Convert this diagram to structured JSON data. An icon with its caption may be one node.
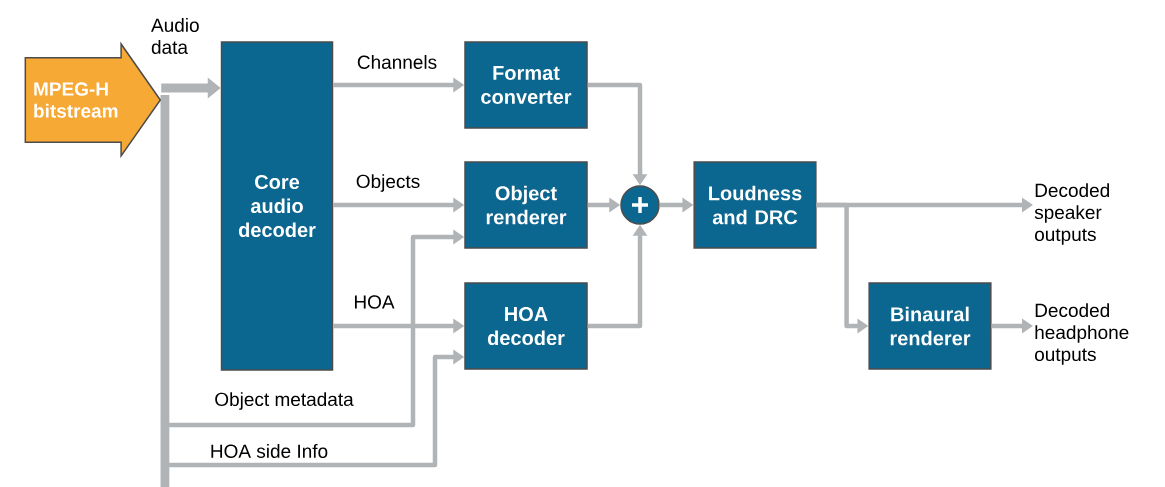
{
  "diagram": {
    "nodes": [
      {
        "text": [
          "MPEG-H bitstream"
        ]
      },
      {
        "text": [
          "Core audio decoder"
        ]
      },
      {
        "text": [
          "Format converter"
        ]
      },
      {
        "text": [
          "Object renderer"
        ]
      },
      {
        "text": [
          "HOA decoder"
        ]
      },
      {
        "text": [],
        "shape": "circle"
      },
      {
        "text": [
          "Loudness and DRC"
        ]
      },
      {
        "text": [
          "Binaural renderer"
        ]
      },
      {
        "text": [
          "Decoded speaker outputs"
        ]
      },
      {
        "text": [
          "Decoded headphone outputs"
        ]
      }
    ],
    "edges": [
      {
        "from": 0,
        "to": 1,
        "arrow": "to",
        "label": "Audio data",
        "style": "thick"
      },
      {
        "from": 1,
        "to": 2,
        "arrow": "to",
        "label": "Channels"
      },
      {
        "from": 1,
        "to": 3,
        "arrow": "to",
        "label": "Objects"
      },
      {
        "from": 1,
        "to": 4,
        "arrow": "to",
        "label": "HOA"
      },
      {
        "from": 2,
        "to": 5,
        "arrow": "to"
      },
      {
        "from": 3,
        "to": 5,
        "arrow": "to"
      },
      {
        "from": 4,
        "to": 5,
        "arrow": "to"
      },
      {
        "from": 5,
        "to": 6,
        "arrow": "to"
      },
      {
        "from": 6,
        "to": 8,
        "arrow": "to"
      },
      {
        "from": 6,
        "to": 7,
        "arrow": "to"
      },
      {
        "from": 7,
        "to": 9,
        "arrow": "to"
      },
      {
        "from": 0,
        "to": 3,
        "arrow": "to",
        "label": "Object metadata"
      },
      {
        "from": 0,
        "to": 4,
        "arrow": "to",
        "label": "HOA side Info"
      }
    ]
  }
}
